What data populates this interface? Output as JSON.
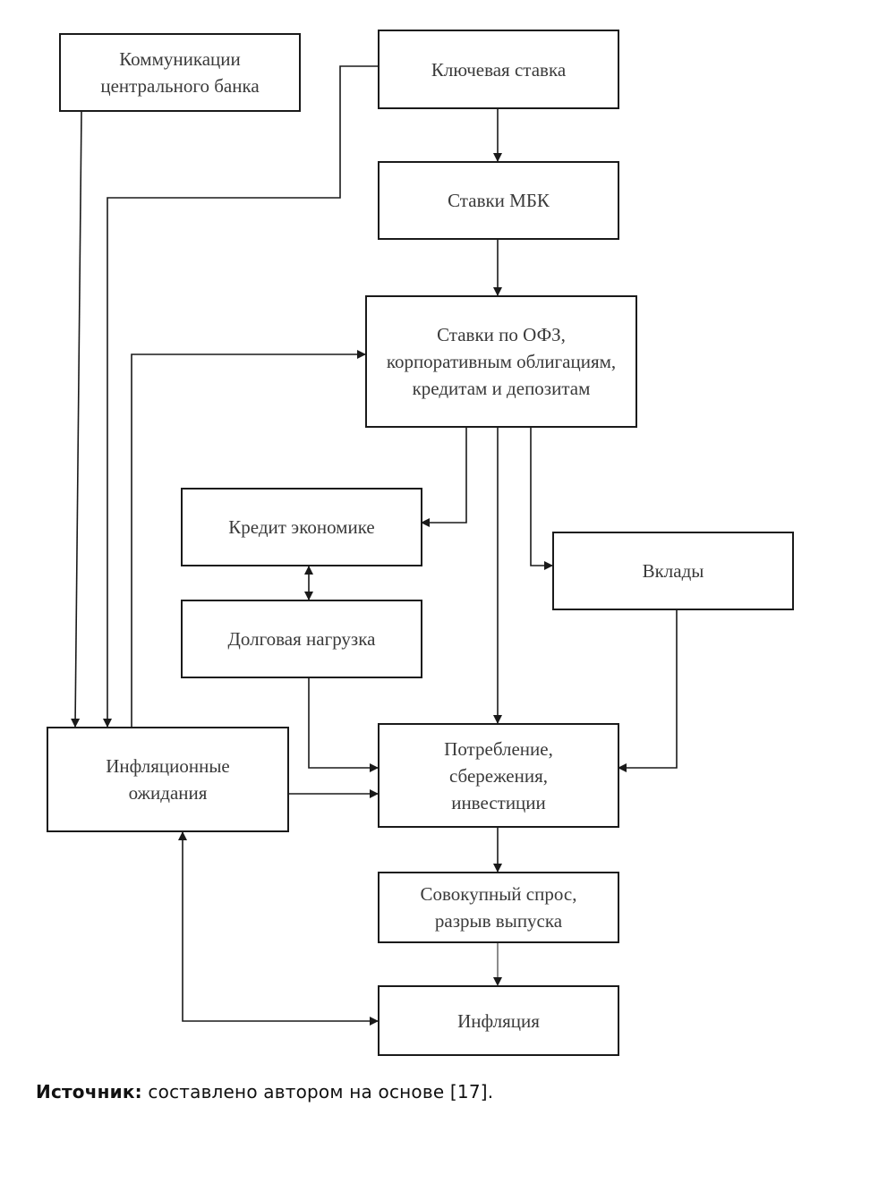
{
  "boxes": {
    "cb_comm": "Коммуникации центрального банка",
    "key_rate": "Ключевая ставка",
    "mbk": "Ставки МБК",
    "ofz": "Ставки по ОФЗ, корпоративным облигациям, кредитам и депозитам",
    "credit": "Кредит экономике",
    "deposits": "Вклады",
    "debt": "Долговая нагрузка",
    "infl_exp": "Инфляционные ожидания",
    "consumption": "Потребление, сбережения, инвестиции",
    "aggregate": "Совокупный спрос, разрыв выпуска",
    "inflation": "Инфляция"
  },
  "caption": {
    "label": "Источник:",
    "text": " составлено автором на основе [17]."
  },
  "colors": {
    "line": "#1a1a1a",
    "text": "#3a3a3a"
  }
}
